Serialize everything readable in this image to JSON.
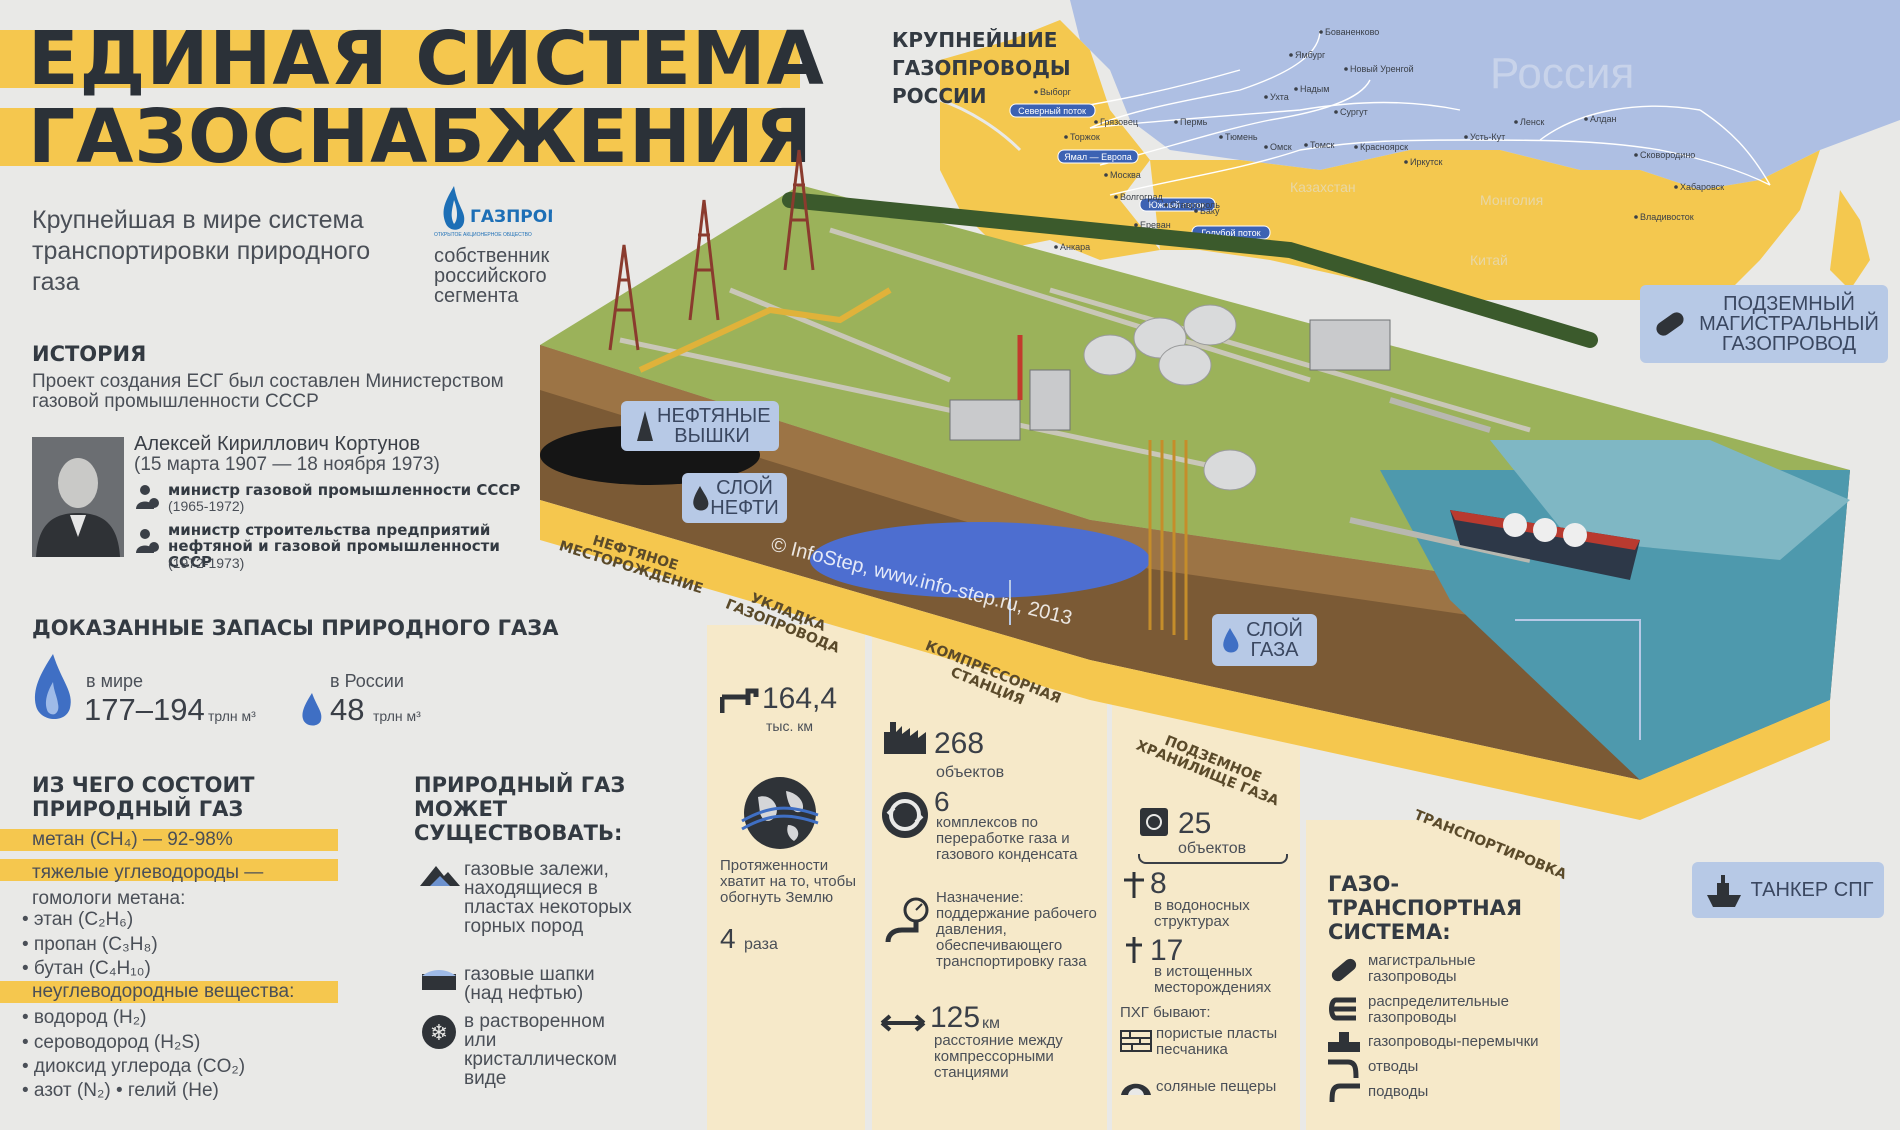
{
  "title": {
    "line1": "ЕДИНАЯ СИСТЕМА",
    "line2": "ГАЗОСНАБЖЕНИЯ"
  },
  "subtitle": "Крупнейшая в мире система транспортировки природного газа",
  "gazprom": {
    "logo_text": "ГАЗПРОМ",
    "logo_small": "ОТКРЫТОЕ АКЦИОНЕРНОЕ ОБЩЕСТВО",
    "note": "собственник российского сегмента"
  },
  "history": {
    "header": "ИСТОРИЯ",
    "text": "Проект создания ЕСГ был составлен Министерством газовой промышленности СССР",
    "person_name": "Алексей Кириллович Кортунов",
    "person_dates": "(15 марта 1907 — 18 ноября 1973)",
    "role1": "министр газовой промышленности СССР",
    "role1_years": "(1965-1972)",
    "role2": "министр строительства предприятий нефтяной и газовой промышленности СССР",
    "role2_years": "(1972-1973)"
  },
  "reserves": {
    "header": "ДОКАЗАННЫЕ ЗАПАСЫ ПРИРОДНОГО ГАЗА",
    "world_label": "в мире",
    "world_value": "177–194",
    "world_unit": "трлн м³",
    "russia_label": "в России",
    "russia_value": "48",
    "russia_unit": "трлн м³"
  },
  "composition": {
    "header1": "ИЗ ЧЕГО СОСТОИТ",
    "header2": "ПРИРОДНЫЙ ГАЗ",
    "methane": "метан (CH₄) — 92-98%",
    "heavy": "тяжелые углеводороды — гомологи метана:",
    "heavy_items": [
      "• этан (C₂H₆)",
      "• пропан (C₃H₈)",
      "• бутан (C₄H₁₀)"
    ],
    "nonhc": "неуглеводородные вещества:",
    "nonhc_items": [
      "• водород (H₂)",
      "• сероводород (H₂S)",
      "• диоксид углерода (CO₂)",
      "• азот (N₂)  • гелий (He)"
    ]
  },
  "exists": {
    "header": "ПРИРОДНЫЙ ГАЗ МОЖЕТ СУЩЕСТВОВАТЬ:",
    "item1": "газовые залежи, находящиеся в пластах некоторых горных пород",
    "item2": "газовые шапки (над нефтью)",
    "item3": "в растворенном или кристаллическом виде"
  },
  "map": {
    "header": "КРУПНЕЙШИЕ ГАЗОПРОВОДЫ РОССИИ",
    "russia": "Россия",
    "kazakhstan": "Казахстан",
    "mongolia": "Монголия",
    "china": "Китай",
    "pipelines": [
      "Северный поток",
      "Ямал — Европа",
      "Южный поток",
      "Голубой поток"
    ],
    "cities": [
      "Бованенково",
      "Ямбург",
      "Новый Уренгой",
      "Надым",
      "Выборг",
      "Ухта",
      "Сургут",
      "Грязовец",
      "Торжок",
      "Пермь",
      "Тюмень",
      "Омск",
      "Томск",
      "Красноярск",
      "Иркутск",
      "Усть-Кут",
      "Ленск",
      "Алдан",
      "Сковородино",
      "Хабаровск",
      "Владивосток",
      "Москва",
      "Волгоград",
      "Ставрополь",
      "Анкара",
      "Ереван",
      "Баку"
    ]
  },
  "cards": {
    "underground": "ПОДЗЕМНЫЙ МАГИСТРАЛЬНЫЙ ГАЗОПРОВОД",
    "oil_rigs": "НЕФТЯНЫЕ ВЫШКИ",
    "oil_layer": "СЛОЙ НЕФТИ",
    "gas_layer": "СЛОЙ ГАЗА",
    "tanker": "ТАНКЕР СПГ"
  },
  "diagram_labels": {
    "oilfield": "НЕФТЯНОЕ МЕСТОРОЖДЕНИЕ",
    "laying": "УКЛАДКА ГАЗОПРОВОДА",
    "compressor": "КОМПРЕССОРНАЯ СТАНЦИЯ",
    "storage": "ПОДЗЕМНОЕ ХРАНИЛИЩЕ ГАЗА",
    "transport": "ТРАНСПОРТИРОВКА"
  },
  "watermark": "© InfoStep, www.info-step.ru, 2013",
  "laying_stats": {
    "length": "164,4",
    "length_unit": "тыс. км",
    "earth_text": "Протяженности хватит на то, чтобы обогнуть Землю",
    "times": "4",
    "times_unit": "раза"
  },
  "compressor_stats": {
    "objects": "268",
    "objects_unit": "объектов",
    "complexes": "6",
    "complexes_text": "комплексов по переработке газа и газового конденсата",
    "purpose": "Назначение: поддержание рабочего давления, обеспечивающего транспортировку газа",
    "distance": "125",
    "distance_unit": "км",
    "distance_text": "расстояние между компрессорными станциями"
  },
  "storage_stats": {
    "objects": "25",
    "objects_unit": "объектов",
    "aquifer": "8",
    "aquifer_text": "в водоносных структурах",
    "depleted": "17",
    "depleted_text": "в истощенных месторождениях",
    "types_header": "ПХГ бывают:",
    "type1": "пористые пласты песчаника",
    "type2": "соляные пещеры"
  },
  "transport_system": {
    "header": "ГАЗО-ТРАНСПОРТНАЯ СИСТЕМА:",
    "items": [
      "магистральные газопроводы",
      "распределительные газопроводы",
      "газопроводы-перемычки",
      "отводы",
      "подводы"
    ]
  },
  "colors": {
    "accent": "#f5c74e",
    "card": "#b7c9e6",
    "background": "#e9e9e7",
    "title": "#2b3138"
  }
}
